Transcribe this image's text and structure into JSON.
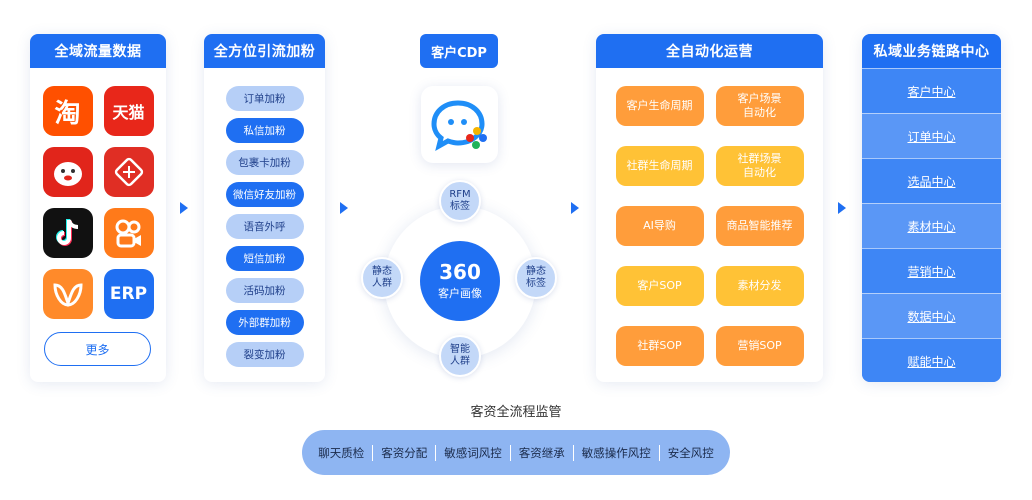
{
  "colors": {
    "primary": "#1f6ff2",
    "orange": "#ff9d3b",
    "yellow": "#ffc236",
    "light_pill": "#b6cff7"
  },
  "traffic": {
    "title": "全域流量数据",
    "apps": [
      {
        "label": "淘",
        "icon": "taobao-icon",
        "bg": "#ff5000"
      },
      {
        "label": "天猫",
        "icon": "tmall-icon",
        "bg": "#e8271a"
      },
      {
        "label": "",
        "icon": "jd-icon",
        "bg": "#e1251b"
      },
      {
        "label": "",
        "icon": "pinduoduo-icon",
        "bg": "#e02e24"
      },
      {
        "label": "",
        "icon": "douyin-icon",
        "bg": "#111111"
      },
      {
        "label": "",
        "icon": "kuaishou-icon",
        "bg": "#ff7a1a"
      },
      {
        "label": "",
        "icon": "weidian-icon",
        "bg": "#ff8a2a"
      },
      {
        "label": "ERP",
        "icon": "erp-icon",
        "bg": "#1f6ff2"
      }
    ],
    "more": "更多"
  },
  "acquisition": {
    "title": "全方位引流加粉",
    "items": [
      {
        "label": "订单加粉",
        "style": "light"
      },
      {
        "label": "私信加粉",
        "style": "dark"
      },
      {
        "label": "包裹卡加粉",
        "style": "light"
      },
      {
        "label": "微信好友加粉",
        "style": "dark"
      },
      {
        "label": "语音外呼",
        "style": "light"
      },
      {
        "label": "短信加粉",
        "style": "dark"
      },
      {
        "label": "活码加粉",
        "style": "light"
      },
      {
        "label": "外部群加粉",
        "style": "dark"
      },
      {
        "label": "裂变加粉",
        "style": "light"
      }
    ]
  },
  "cdp": {
    "title": "客户CDP",
    "core_number": "360",
    "core_label": "客户画像",
    "satellites": {
      "top": "RFM\n标签",
      "left": "静态\n人群",
      "right": "静态\n标签",
      "bottom": "智能\n人群"
    }
  },
  "automation": {
    "title": "全自动化运营",
    "items": [
      {
        "label": "客户生命周期",
        "color": "orange"
      },
      {
        "label": "客户场景\n自动化",
        "color": "orange"
      },
      {
        "label": "社群生命周期",
        "color": "yellow"
      },
      {
        "label": "社群场景\n自动化",
        "color": "yellow"
      },
      {
        "label": "AI导购",
        "color": "orange"
      },
      {
        "label": "商品智能推荐",
        "color": "orange"
      },
      {
        "label": "客户SOP",
        "color": "yellow"
      },
      {
        "label": "素材分发",
        "color": "yellow"
      },
      {
        "label": "社群SOP",
        "color": "orange"
      },
      {
        "label": "营销SOP",
        "color": "orange"
      }
    ]
  },
  "business": {
    "title": "私域业务链路中心",
    "items": [
      "客户中心",
      "订单中心",
      "选品中心",
      "素材中心",
      "营销中心",
      "数据中心",
      "赋能中心"
    ]
  },
  "monitoring": {
    "title": "客资全流程监管",
    "items": [
      "聊天质检",
      "客资分配",
      "敏感词风控",
      "客资继承",
      "敏感操作风控",
      "安全风控"
    ]
  }
}
